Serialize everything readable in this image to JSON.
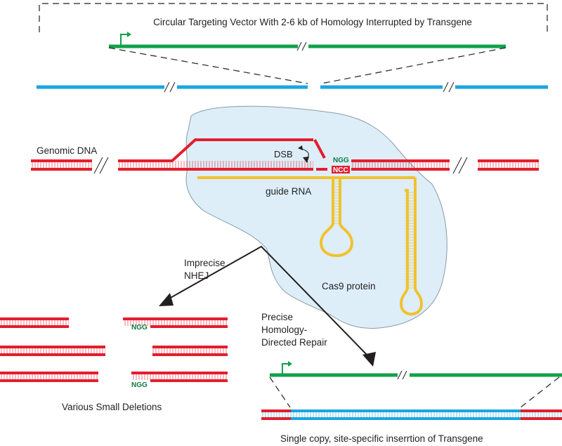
{
  "title": "Circular Targeting Vector With 2-6 kb of Homology Interrupted by Transgene",
  "labels": {
    "genomic_dna": "Genomic DNA",
    "dsb": "DSB",
    "guide_rna": "guide RNA",
    "cas9": "Cas9 protein",
    "nhej_line1": "Imprecise",
    "nhej_line2": "NHEJ",
    "hdr_line1": "Precise",
    "hdr_line2": "Homology-",
    "hdr_line3": "Directed Repair",
    "deletions": "Various Small Deletions",
    "insertion": "Single copy, site-specific inserrtion of Transgene"
  },
  "sequences": {
    "pam": "NGG",
    "pam_complement": "NCC"
  },
  "colors": {
    "genomic": "#e31e2d",
    "transgene": "#0ea14b",
    "homology": "#1ba6e0",
    "guide_rna": "#f2c12e",
    "cas9_fill": "#ddeef9",
    "cas9_stroke": "#8a9aa3",
    "ink": "#231f20"
  },
  "icons": [
    "promoter-arrow-icon",
    "break-slash-icon",
    "repair-arrow-icon"
  ]
}
